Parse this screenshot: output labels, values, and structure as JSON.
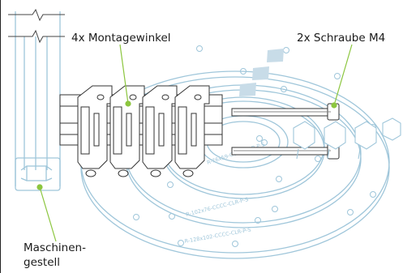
{
  "labels": {
    "brackets": "4x Montagewinkel",
    "screws": "2x Schraube M4",
    "frame_line1": "Maschinen-",
    "frame_line2": "gestell"
  },
  "plate_engravings": {
    "inner": "R-76x59-CCCC-CLR-P-S",
    "middle": "R-102x76-CCCC-CLR-P-S",
    "outer": "R-128x102-CCCC-CLR-P-S"
  },
  "colors": {
    "line": "#9fc6da",
    "stroke_dark": "#333333",
    "leader": "#8cc63f",
    "text": "#1a1a1a"
  }
}
